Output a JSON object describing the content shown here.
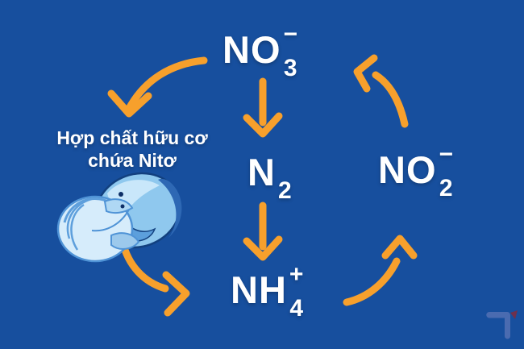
{
  "colors": {
    "background": "#174F9E",
    "arrow_orange": "#F7A02C",
    "text_white": "#FFFFFF",
    "illustration_light_blue": "#C9E7FA",
    "illustration_mid_blue": "#5C9FDC",
    "illustration_dark_blue": "#2E68B4"
  },
  "nodes": {
    "no3": {
      "main": "NO",
      "sub": "3",
      "charge": "−"
    },
    "n2": {
      "main": "N",
      "sub": "2",
      "charge": ""
    },
    "nh4": {
      "main": "NH",
      "sub": "4",
      "charge": "+"
    },
    "no2": {
      "main": "NO",
      "sub": "2",
      "charge": "−"
    },
    "organic": {
      "line1": "Hợp chất hữu cơ",
      "line2": "chứa Nitơ"
    }
  },
  "arrows": {
    "color": "#F7A02C",
    "items": [
      {
        "name": "arrow-no3-to-n2",
        "direction": "straight-down"
      },
      {
        "name": "arrow-n2-to-nh4",
        "direction": "straight-down"
      },
      {
        "name": "arrow-no3-to-organic",
        "direction": "curved-down-left"
      },
      {
        "name": "arrow-organic-to-nh4",
        "direction": "curved-right"
      },
      {
        "name": "arrow-nh4-to-no2",
        "direction": "curved-up"
      },
      {
        "name": "arrow-no2-to-no3",
        "direction": "curved-up-left"
      }
    ]
  },
  "icons": {
    "illustration": "fish-and-shrimp-icon",
    "logo": "brand-logo-7-icon"
  }
}
